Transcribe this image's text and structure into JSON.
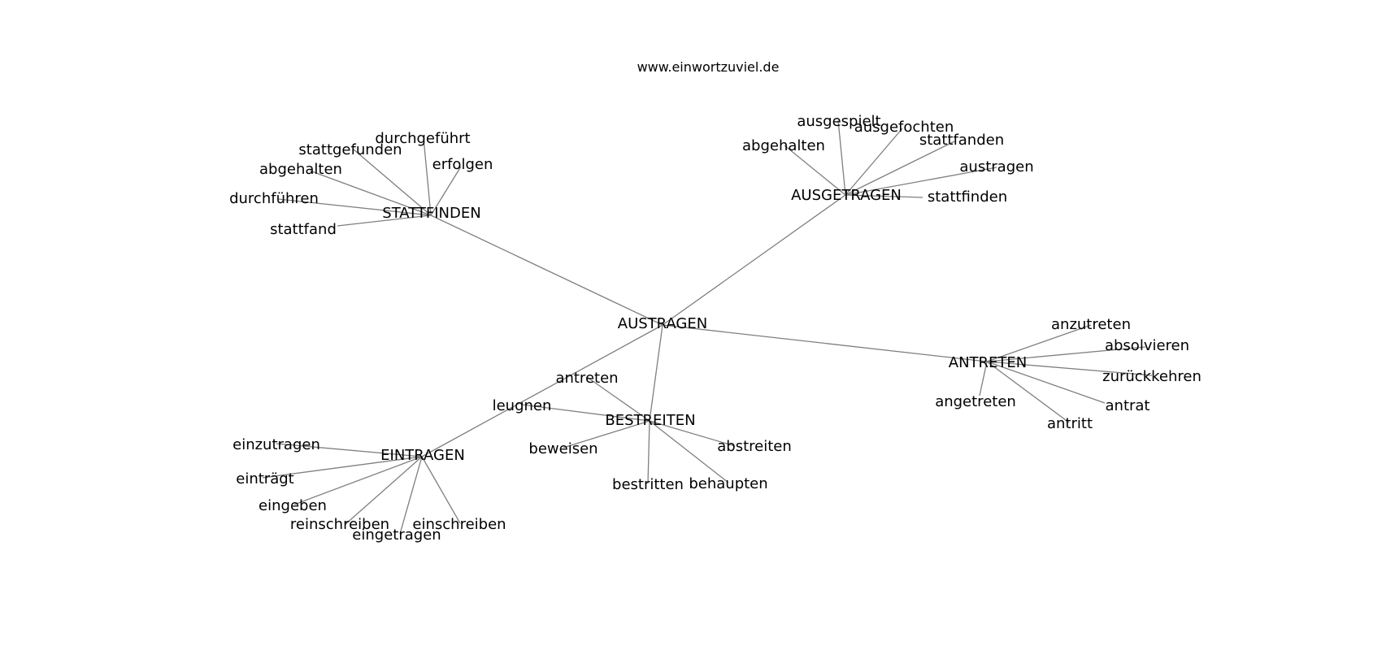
{
  "title": "www.einwortzuviel.de",
  "colors": {
    "edge": "#7f7f7f",
    "text": "#000000",
    "background": "#ffffff"
  },
  "nodes": {
    "austragen_c": "AUSTRAGEN",
    "stattfinden_c": "STATTFINDEN",
    "ausgetragen_c": "AUSGETRAGEN",
    "antreten_c": "ANTRETEN",
    "bestreiten_c": "BESTREITEN",
    "eintragen_c": "EINTRAGEN",
    "durchgefuehrt": "durchgeführt",
    "stattgefunden": "stattgefunden",
    "erfolgen": "erfolgen",
    "abgehalten_1": "abgehalten",
    "durchfuehren": "durchführen",
    "stattfand": "stattfand",
    "ausgespielt": "ausgespielt",
    "ausgefochten": "ausgefochten",
    "abgehalten_2": "abgehalten",
    "stattfanden": "stattfanden",
    "austragen_l": "austragen",
    "stattfinden_l": "stattfinden",
    "anzutreten": "anzutreten",
    "absolvieren": "absolvieren",
    "zurueckkehren": "zurückkehren",
    "angetreten": "angetreten",
    "antrat": "antrat",
    "antritt": "antritt",
    "antreten_l": "antreten",
    "leugnen": "leugnen",
    "beweisen": "beweisen",
    "abstreiten": "abstreiten",
    "bestritten": "bestritten",
    "behaupten": "behaupten",
    "einzutragen": "einzutragen",
    "eintraegt": "einträgt",
    "eingeben": "eingeben",
    "reinschreiben": "reinschreiben",
    "eingetragen": "eingetragen",
    "einschreiben": "einschreiben"
  },
  "edges": [
    [
      "austragen_c",
      "stattfinden_c"
    ],
    [
      "austragen_c",
      "ausgetragen_c"
    ],
    [
      "austragen_c",
      "antreten_c"
    ],
    [
      "austragen_c",
      "bestreiten_c"
    ],
    [
      "austragen_c",
      "eintragen_c"
    ],
    [
      "stattfinden_c",
      "durchgefuehrt"
    ],
    [
      "stattfinden_c",
      "stattgefunden"
    ],
    [
      "stattfinden_c",
      "erfolgen"
    ],
    [
      "stattfinden_c",
      "abgehalten_1"
    ],
    [
      "stattfinden_c",
      "durchfuehren"
    ],
    [
      "stattfinden_c",
      "stattfand"
    ],
    [
      "ausgetragen_c",
      "ausgespielt"
    ],
    [
      "ausgetragen_c",
      "ausgefochten"
    ],
    [
      "ausgetragen_c",
      "abgehalten_2"
    ],
    [
      "ausgetragen_c",
      "stattfanden"
    ],
    [
      "ausgetragen_c",
      "austragen_l"
    ],
    [
      "ausgetragen_c",
      "stattfinden_l"
    ],
    [
      "antreten_c",
      "anzutreten"
    ],
    [
      "antreten_c",
      "absolvieren"
    ],
    [
      "antreten_c",
      "zurueckkehren"
    ],
    [
      "antreten_c",
      "angetreten"
    ],
    [
      "antreten_c",
      "antrat"
    ],
    [
      "antreten_c",
      "antritt"
    ],
    [
      "bestreiten_c",
      "antreten_l"
    ],
    [
      "bestreiten_c",
      "leugnen"
    ],
    [
      "bestreiten_c",
      "beweisen"
    ],
    [
      "bestreiten_c",
      "abstreiten"
    ],
    [
      "bestreiten_c",
      "bestritten"
    ],
    [
      "bestreiten_c",
      "behaupten"
    ],
    [
      "eintragen_c",
      "einzutragen"
    ],
    [
      "eintragen_c",
      "eintraegt"
    ],
    [
      "eintragen_c",
      "eingeben"
    ],
    [
      "eintragen_c",
      "reinschreiben"
    ],
    [
      "eintragen_c",
      "eingetragen"
    ],
    [
      "eintragen_c",
      "einschreiben"
    ]
  ]
}
